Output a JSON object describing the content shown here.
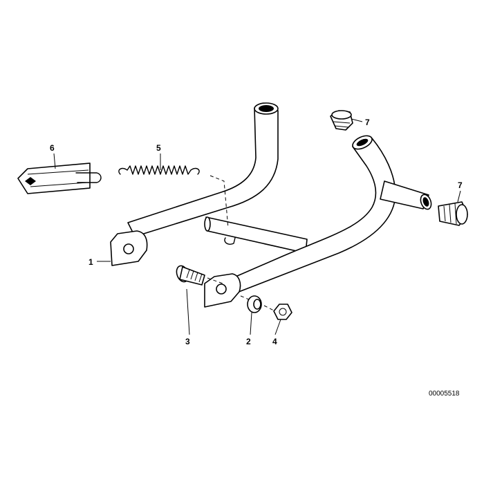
{
  "diagram": {
    "callouts": {
      "part1": "1",
      "part2": "2",
      "part3": "3",
      "part4": "4",
      "part5": "5",
      "part6": "6",
      "part7_top": "7",
      "part7_right": "7"
    },
    "document_id": "00005518"
  }
}
